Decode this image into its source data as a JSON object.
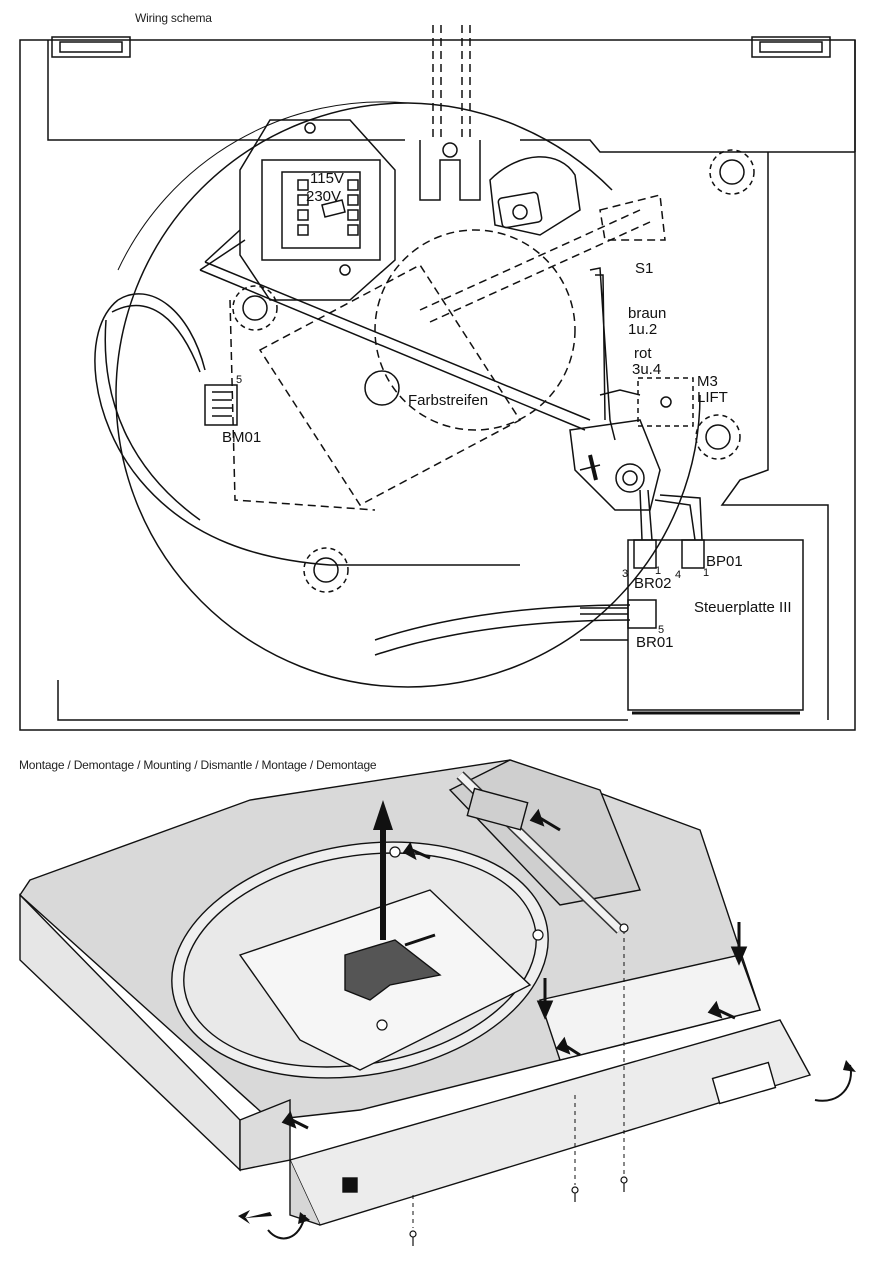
{
  "captions": {
    "wiring": "Wiring schema",
    "mounting": "Montage / Demontage / Mounting / Dismantle / Montage / Demontage"
  },
  "wiring_labels": {
    "voltage_115": "115V",
    "voltage_230": "230V",
    "s1": "S1",
    "braun": "braun",
    "braun_pins": "1u.2",
    "rot": "rot",
    "rot_pins": "3u.4",
    "m3": "M3",
    "lift": "LIFT",
    "farbstreifen": "Farbstreifen",
    "bm01": "BM01",
    "bm01_pin": "5",
    "br02": "BR02",
    "bp01": "BP01",
    "br01": "BR01",
    "br01_pin": "5",
    "pin_3": "3",
    "pin_1a": "1",
    "pin_4": "4",
    "pin_1b": "1",
    "steuerplatte": "Steuerplatte III"
  }
}
